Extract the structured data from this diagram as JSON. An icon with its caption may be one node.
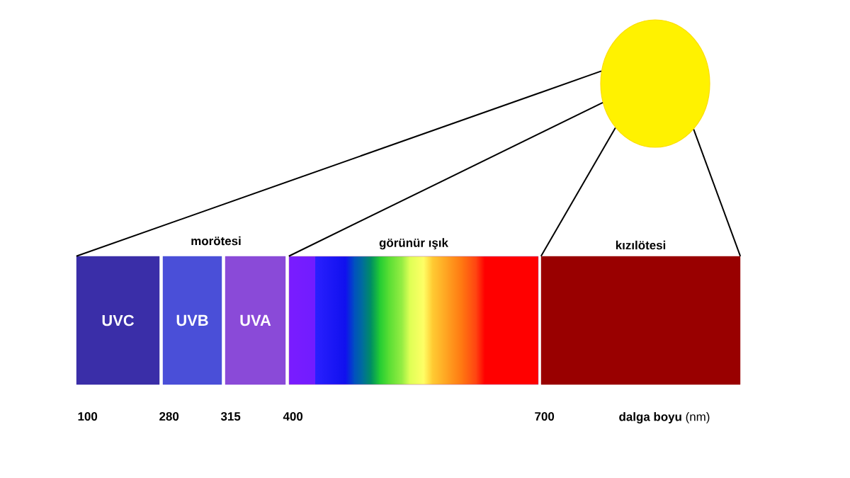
{
  "diagram": {
    "nodes": [
      {
        "text": [],
        "shape": "circle"
      },
      {
        "text": [
          "UVC"
        ]
      },
      {
        "text": [
          "UVB"
        ]
      },
      {
        "text": [
          "UVA"
        ]
      },
      {
        "text": [
          "görünür ışık"
        ]
      },
      {
        "text": [
          "kızılötesi"
        ]
      }
    ],
    "edges": [
      {
        "from": 0,
        "to": 1,
        "arrow": "none"
      },
      {
        "from": 0,
        "to": 4,
        "arrow": "none"
      },
      {
        "from": 0,
        "to": 5,
        "arrow": "none"
      },
      {
        "from": 0,
        "to": 5,
        "arrow": "none"
      }
    ],
    "labels": [
      "morötesi",
      "100",
      "280",
      "315",
      "400",
      "700",
      "**dalga boyu** (nm)"
    ]
  }
}
